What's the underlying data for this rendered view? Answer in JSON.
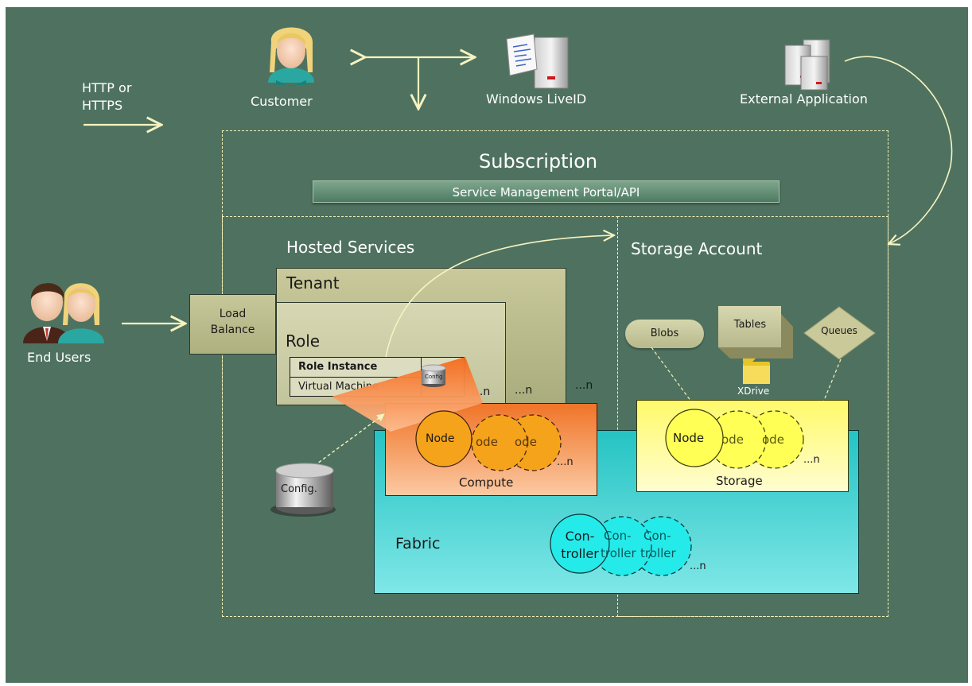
{
  "labels": {
    "protocol_line1": "HTTP or",
    "protocol_line2": "HTTPS",
    "customer": "Customer",
    "liveid": "Windows LiveID",
    "external_app": "External Application",
    "subscription": "Subscription",
    "portal": "Service Management Portal/API",
    "hosted_services": "Hosted Services",
    "storage_account": "Storage Account",
    "tenant": "Tenant",
    "role": "Role",
    "role_instance": "Role Instance",
    "virtual_machine": "Virtual Machine",
    "config_small": "Config",
    "load_balance_line1": "Load",
    "load_balance_line2": "Balance",
    "end_users": "End Users",
    "n_role": "...n",
    "n_role2": "...n",
    "n_tenant": "...n",
    "blobs": "Blobs",
    "tables": "Tables",
    "queues": "Queues",
    "xdrive": "XDrive",
    "node": "Node",
    "node_partial": "ode",
    "compute": "Compute",
    "storage": "Storage",
    "n_compute": "...n",
    "n_storage": "...n",
    "config_cylinder": "Config.",
    "fabric": "Fabric",
    "controller_line1": "Con-",
    "controller_line2": "troller",
    "controller_partial_line1": "Con-",
    "controller_partial_line2": "troller",
    "n_fabric": "...n"
  },
  "icons": {
    "customer": "person-icon",
    "liveid": "server-icon",
    "external_app": "server-cluster-icon",
    "end_users": "people-icon",
    "config": "database-icon",
    "xdrive": "folder-icon"
  },
  "colors": {
    "background": "#4f7260",
    "dashed_border": "#f3f0b8",
    "tenant_fill": "#c4c495",
    "compute_fill": "#f38a44",
    "storage_fill": "#fff88a",
    "fabric_fill": "#2fcaca",
    "node_orange": "#f5a31b",
    "node_yellow": "#ffff55",
    "controller_cyan": "#25eaea"
  }
}
